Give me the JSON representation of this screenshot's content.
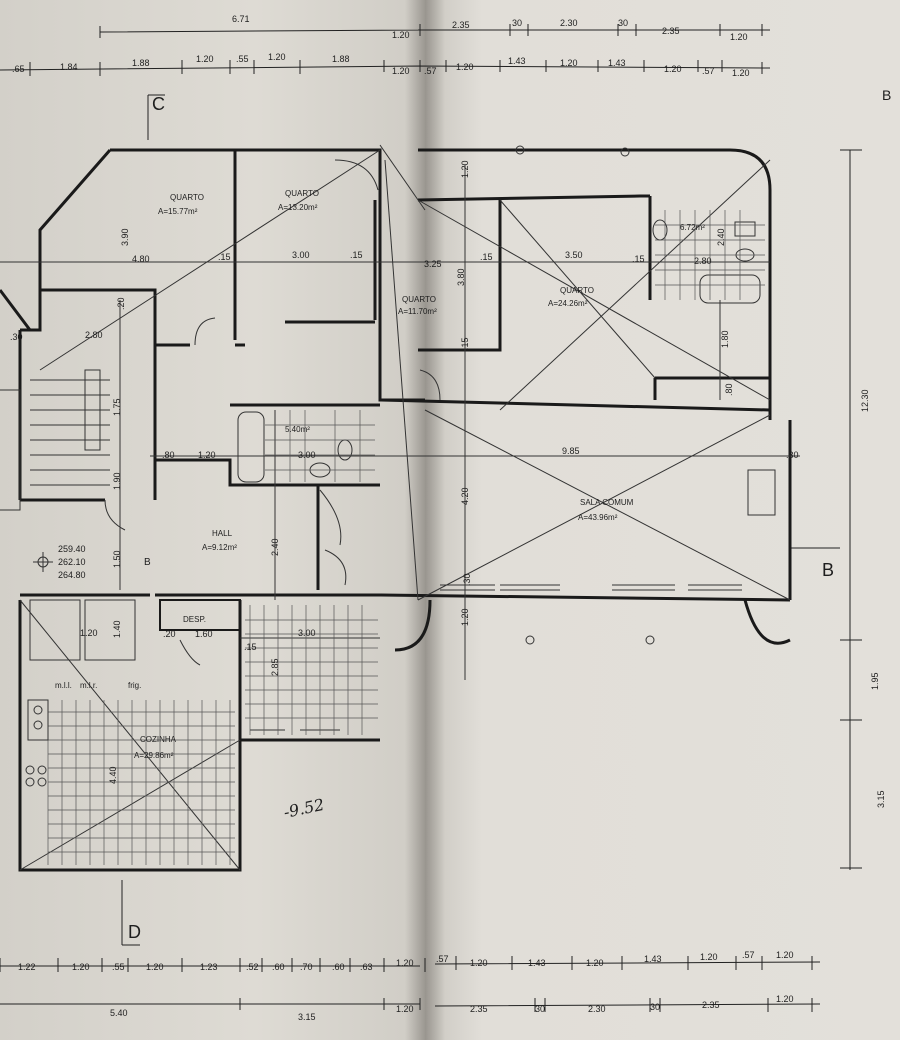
{
  "colors": {
    "paper": "#dedbd4",
    "ink": "#1e1e1e"
  },
  "rooms": [
    {
      "name": "QUARTO",
      "area": "A=15.77m²"
    },
    {
      "name": "QUARTO",
      "area": "A=13.20m²"
    },
    {
      "name": "QUARTO",
      "area": "A=11.70m²"
    },
    {
      "name": "QUARTO",
      "area": "A=24.26m²"
    },
    {
      "name": "",
      "area": "6.72m²"
    },
    {
      "name": "",
      "area": "5.40m²"
    },
    {
      "name": "HALL",
      "area": "A=9.12m²"
    },
    {
      "name": "SALA COMUM",
      "area": "A=43.96m²"
    },
    {
      "name": "DESP.",
      "area": ""
    },
    {
      "name": "COZINHA",
      "area": "A=29.86m²"
    }
  ],
  "fixtures": [
    "m.l.l.",
    "m.l.r.",
    "frig."
  ],
  "section_markers": [
    "C",
    "D",
    "B",
    "B",
    "B"
  ],
  "elevations": [
    "259.40",
    "262.10",
    "264.80"
  ],
  "handwritten_note": "-9.52",
  "dims_top_overall": [
    "6.71",
    "1.20",
    "2.35",
    "30",
    "2.30",
    "30",
    "2.35",
    "1.20"
  ],
  "dims_top_detail": [
    ".65",
    "1.84",
    "1.88",
    "1.20",
    ".55",
    "1.20",
    "1.88",
    "1.20",
    ".57",
    "1.20",
    "1.43",
    "1.20",
    "1.43",
    "1.20",
    ".57",
    "1.20"
  ],
  "dims_bottom_detail": [
    "1.22",
    "1.20",
    ".55",
    "1.20",
    "1.23",
    ".52",
    ".60",
    ".70",
    ".60",
    ".63",
    "1.20",
    ".57",
    "1.20",
    "1.43",
    "1.20",
    "1.43",
    "1.20",
    ".57",
    "1.20"
  ],
  "dims_bottom_overall": [
    "5.40",
    "3.15",
    "1.20",
    "2.35",
    "30",
    "2.30",
    "30",
    "2.35",
    "1.20"
  ],
  "dims_right": [
    "12.30",
    "1.95",
    "3.15"
  ],
  "dims_interior": [
    "4.80",
    ".15",
    "3.00",
    ".15",
    "3.25",
    ".15",
    "3.50",
    ".15",
    "2.80",
    ".30",
    "2.80",
    "1.20",
    "9.85",
    ".30",
    ".80",
    "1.20",
    "3.00",
    ".15",
    "2.40",
    "1.60",
    "3.00",
    "2.85",
    "1.40",
    ".20",
    "1.50",
    "1.90",
    "1.75",
    "3.90",
    ".20",
    "1.20",
    ".15",
    "4.20",
    "1.20",
    "1.80",
    ".80",
    ".30",
    "3.80",
    "2.40",
    "4.40"
  ]
}
